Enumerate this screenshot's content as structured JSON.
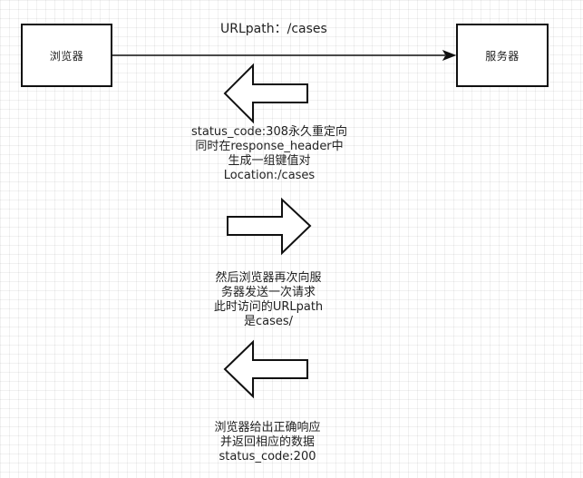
{
  "nodes": {
    "browser": "浏览器",
    "server": "服务器"
  },
  "request_label": "URLpath：/cases",
  "steps": [
    {
      "direction": "left",
      "lines": [
        "status_code:308永久重定向",
        "同时在response_header中",
        "生成一组键值对",
        "Location:/cases"
      ]
    },
    {
      "direction": "right",
      "lines": [
        "然后浏览器再次向服",
        "务器发送一次请求",
        "此时访问的URLpath",
        "是cases/"
      ]
    },
    {
      "direction": "left",
      "lines": [
        "浏览器给出正确响应",
        "并返回相应的数据",
        "status_code:200"
      ]
    }
  ]
}
